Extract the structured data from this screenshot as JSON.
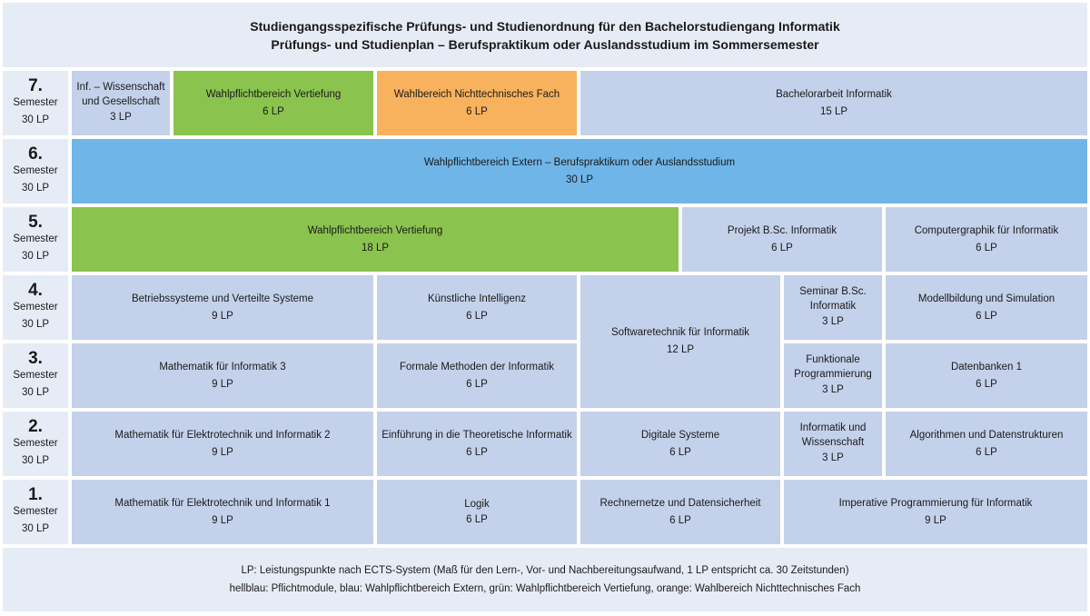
{
  "title": {
    "line1": "Studiengangsspezifische Prüfungs- und Studienordnung für den Bachelorstudiengang Informatik",
    "line2": "Prüfungs- und Studienplan – Berufspraktikum oder Auslandsstudium im Sommersemester"
  },
  "semester_label": "Semester",
  "semesters": [
    {
      "num": "7.",
      "lp": "30 LP"
    },
    {
      "num": "6.",
      "lp": "30 LP"
    },
    {
      "num": "5.",
      "lp": "30 LP"
    },
    {
      "num": "4.",
      "lp": "30 LP"
    },
    {
      "num": "3.",
      "lp": "30 LP"
    },
    {
      "num": "2.",
      "lp": "30 LP"
    },
    {
      "num": "1.",
      "lp": "30 LP"
    }
  ],
  "modules": {
    "inf_wiss_ges": {
      "name": "Inf. – Wissenschaft und Gesellschaft",
      "lp": "3 LP"
    },
    "wpf_vert_7": {
      "name": "Wahlpflichtbereich Vertiefung",
      "lp": "6 LP"
    },
    "wahl_nt": {
      "name": "Wahlbereich Nichttechnisches Fach",
      "lp": "6 LP"
    },
    "bachelorarbeit": {
      "name": "Bachelorarbeit Informatik",
      "lp": "15 LP"
    },
    "wpf_extern": {
      "name": "Wahlpflichtbereich Extern – Berufspraktikum oder Auslandsstudium",
      "lp": "30 LP"
    },
    "wpf_vert_5": {
      "name": "Wahlpflichtbereich Vertiefung",
      "lp": "18 LP"
    },
    "projekt": {
      "name": "Projekt B.Sc. Informatik",
      "lp": "6 LP"
    },
    "computergraphik": {
      "name": "Computergraphik für Informatik",
      "lp": "6 LP"
    },
    "betriebssysteme": {
      "name": "Betriebssysteme und Verteilte Systeme",
      "lp": "9 LP"
    },
    "ki": {
      "name": "Künstliche Intelligenz",
      "lp": "6 LP"
    },
    "softwaretechnik": {
      "name": "Softwaretechnik für Informatik",
      "lp": "12 LP"
    },
    "seminar": {
      "name": "Seminar B.Sc. Informatik",
      "lp": "3 LP"
    },
    "modellbildung": {
      "name": "Modellbildung und Simulation",
      "lp": "6 LP"
    },
    "mathe3": {
      "name": "Mathematik für Informatik 3",
      "lp": "9 LP"
    },
    "formale_methoden": {
      "name": "Formale Methoden der Informatik",
      "lp": "6 LP"
    },
    "funktionale": {
      "name": "Funktionale Programmierung",
      "lp": "3 LP"
    },
    "datenbanken": {
      "name": "Datenbanken 1",
      "lp": "6 LP"
    },
    "mathe_et2": {
      "name": "Mathematik für Elektrotechnik und Informatik 2",
      "lp": "9 LP"
    },
    "theo_inf": {
      "name": "Einführung in die Theoretische Informatik",
      "lp": "6 LP"
    },
    "digitale_systeme": {
      "name": "Digitale Systeme",
      "lp": "6 LP"
    },
    "inf_wiss": {
      "name": "Informatik und Wissenschaft",
      "lp": "3 LP"
    },
    "algorithmen": {
      "name": "Algorithmen und Datenstrukturen",
      "lp": "6 LP"
    },
    "mathe_et1": {
      "name": "Mathematik für Elektrotechnik und Informatik 1",
      "lp": "9 LP"
    },
    "logik": {
      "name": "Logik",
      "lp": "6 LP"
    },
    "rechnernetze": {
      "name": "Rechnernetze und Datensicherheit",
      "lp": "6 LP"
    },
    "imperative": {
      "name": "Imperative Programmierung für Informatik",
      "lp": "9 LP"
    }
  },
  "footer": {
    "line1": "LP: Leistungspunkte nach ECTS-System (Maß für den Lern-, Vor- und Nachbereitungsaufwand, 1 LP entspricht ca. 30 Zeitstunden)",
    "line2": "hellblau: Pflichtmodule, blau: Wahlpflichtbereich Extern, grün: Wahlpflichtbereich Vertiefung, orange: Wahlbereich Nichttechnisches Fach"
  },
  "colors": {
    "pflicht": "#c4d1ea",
    "extern": "#6fb5e8",
    "vertiefung": "#8bc34f",
    "nichttechnisch": "#f8b25d",
    "frame": "#e6ecf6"
  }
}
